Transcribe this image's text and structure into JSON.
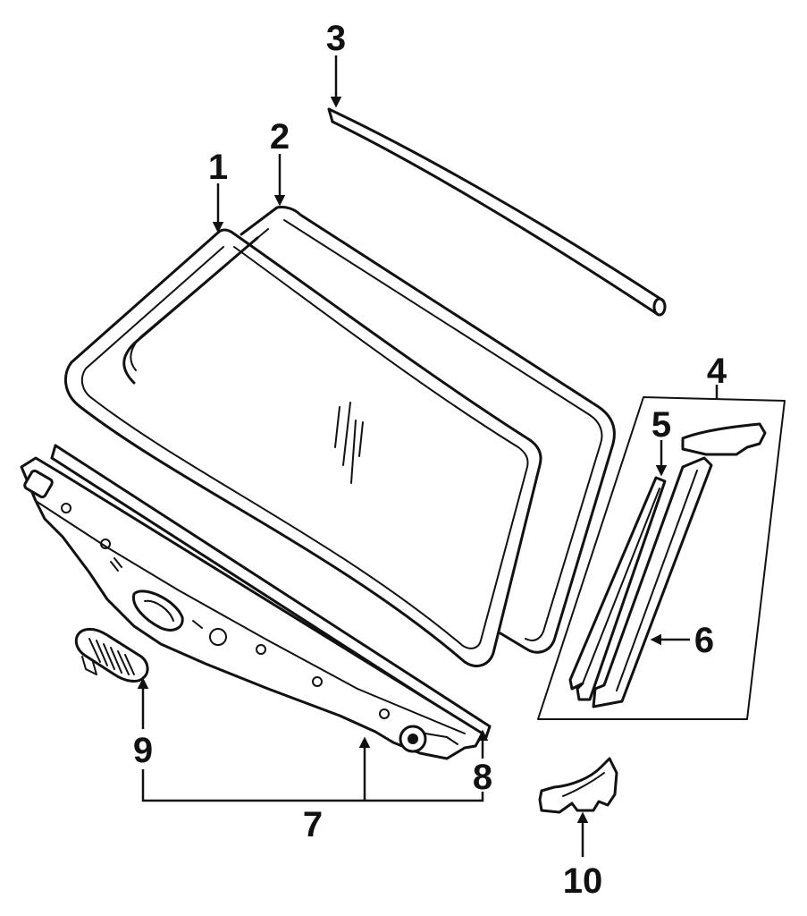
{
  "diagram": {
    "callouts": [
      {
        "id": "1",
        "label": "1"
      },
      {
        "id": "2",
        "label": "2"
      },
      {
        "id": "3",
        "label": "3"
      },
      {
        "id": "4",
        "label": "4"
      },
      {
        "id": "5",
        "label": "5"
      },
      {
        "id": "6",
        "label": "6"
      },
      {
        "id": "7",
        "label": "7"
      },
      {
        "id": "8",
        "label": "8"
      },
      {
        "id": "9",
        "label": "9"
      },
      {
        "id": "10",
        "label": "10"
      }
    ],
    "colors": {
      "line": "#111111",
      "background": "#ffffff"
    }
  }
}
